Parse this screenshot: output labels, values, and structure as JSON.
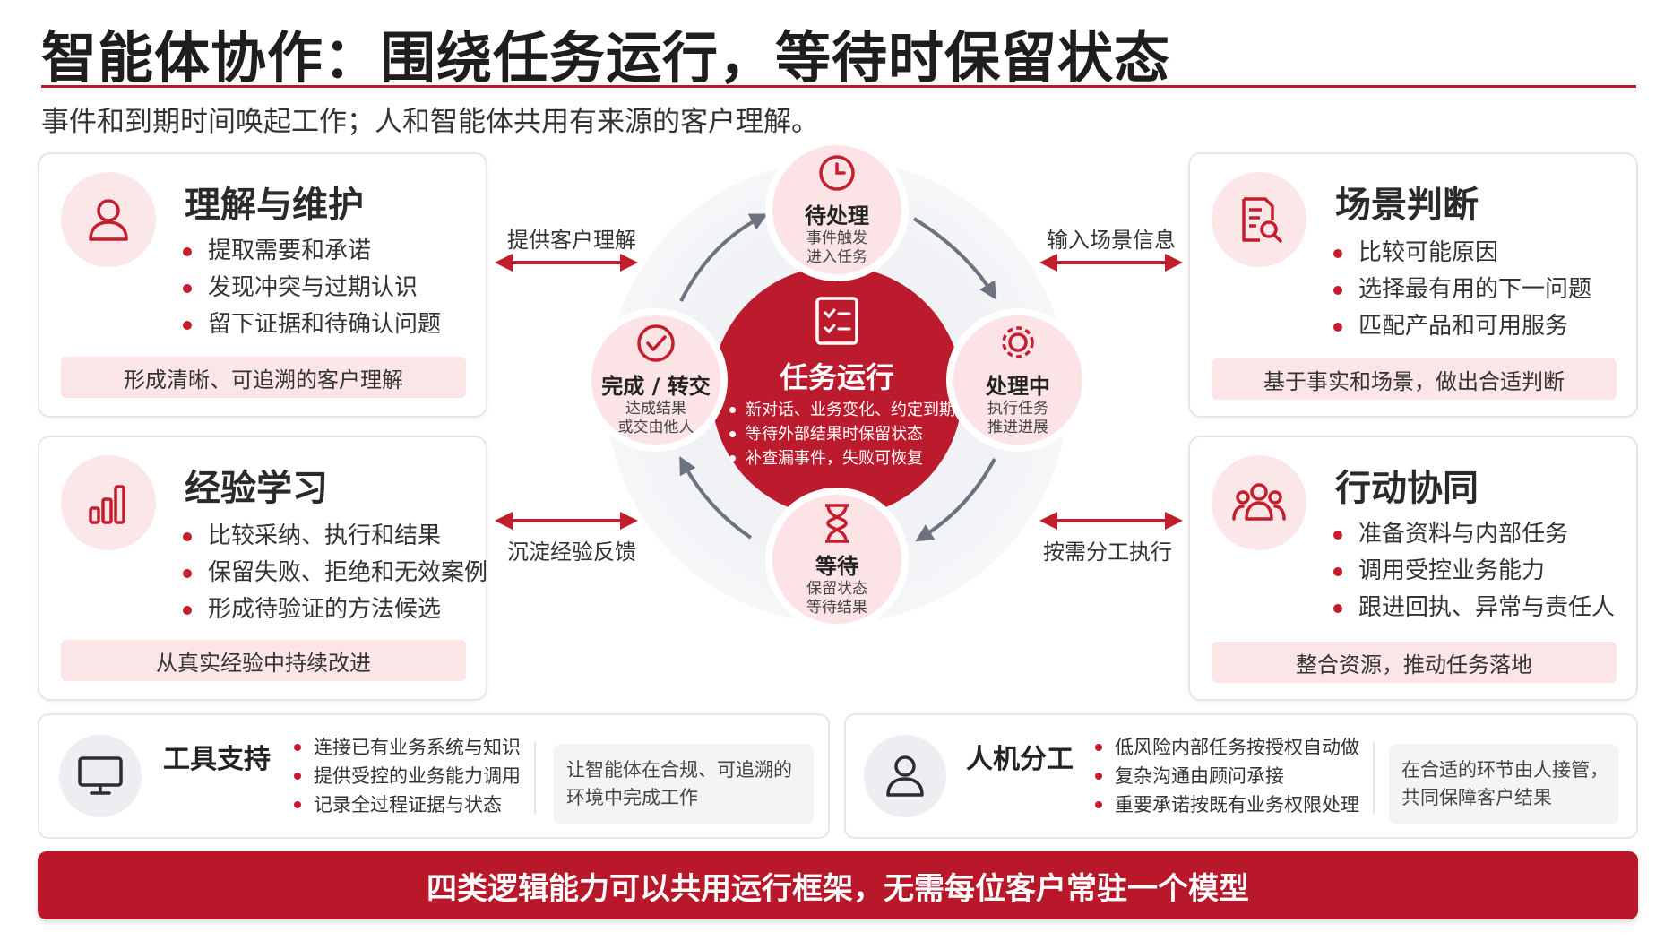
{
  "header": {
    "title": "智能体协作：围绕任务运行，等待时保留状态",
    "subtitle": "事件和到期时间唤起工作；人和智能体共用有来源的客户理解。"
  },
  "colors": {
    "accent": "#b8182a",
    "accent_light": "#fbe5e7",
    "neutral": "#eceef1",
    "arrow": "#6b7280"
  },
  "cards": {
    "understand": {
      "title": "理解与维护",
      "icon": "person-icon",
      "bullets": [
        "提取需要和承诺",
        "发现冲突与过期认识",
        "留下证据和待确认问题"
      ],
      "footer": "形成清晰、可追溯的客户理解"
    },
    "learn": {
      "title": "经验学习",
      "icon": "bar-chart-icon",
      "bullets": [
        "比较采纳、执行和结果",
        "保留失败、拒绝和无效案例",
        "形成待验证的方法候选"
      ],
      "footer": "从真实经验中持续改进"
    },
    "judge": {
      "title": "场景判断",
      "icon": "document-search-icon",
      "bullets": [
        "比较可能原因",
        "选择最有用的下一问题",
        "匹配产品和可用服务"
      ],
      "footer": "基于事实和场景，做出合适判断"
    },
    "act": {
      "title": "行动协同",
      "icon": "group-icon",
      "bullets": [
        "准备资料与内部任务",
        "调用受控业务能力",
        "跟进回执、异常与责任人"
      ],
      "footer": "整合资源，推动任务落地"
    }
  },
  "connectors": {
    "top_left": "提供客户理解",
    "bottom_left": "沉淀经验反馈",
    "top_right": "输入场景信息",
    "bottom_right": "按需分工执行"
  },
  "cycle": {
    "center": {
      "title": "任务运行",
      "icon": "checklist-icon",
      "bullets": [
        "新对话、业务变化、约定到期",
        "等待外部结果时保留状态",
        "补查漏事件，失败可恢复"
      ]
    },
    "nodes": {
      "pending": {
        "title": "待处理",
        "desc": [
          "事件触发",
          "进入任务"
        ],
        "icon": "clock-icon"
      },
      "processing": {
        "title": "处理中",
        "desc": [
          "执行任务",
          "推进进展"
        ],
        "icon": "gear-icon"
      },
      "waiting": {
        "title": "等待",
        "desc": [
          "保留状态",
          "等待结果"
        ],
        "icon": "hourglass-icon"
      },
      "done": {
        "title": "完成 / 转交",
        "desc": [
          "达成结果",
          "或交由他人"
        ],
        "icon": "check-circle-icon"
      }
    }
  },
  "bottom": {
    "tools": {
      "title": "工具支持",
      "icon": "monitor-icon",
      "bullets": [
        "连接已有业务系统与知识",
        "提供受控的业务能力调用",
        "记录全过程证据与状态"
      ],
      "note": [
        "让智能体在合规、可追溯的",
        "环境中完成工作"
      ]
    },
    "division": {
      "title": "人机分工",
      "icon": "person-outline-icon",
      "bullets": [
        "低风险内部任务按授权自动做",
        "复杂沟通由顾问承接",
        "重要承诺按既有业务权限处理"
      ],
      "note": [
        "在合适的环节由人接管，",
        "共同保障客户结果"
      ]
    }
  },
  "banner": "四类逻辑能力可以共用运行框架，无需每位客户常驻一个模型"
}
